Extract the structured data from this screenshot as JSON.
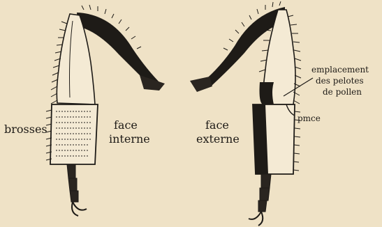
{
  "labels": {
    "brosses": "brosses",
    "face_interne_1": "face",
    "face_interne_2": "interne",
    "face_externe_1": "face",
    "face_externe_2": "externe",
    "emplacement_1": "emplacement",
    "emplacement_2": "des pelotes",
    "emplacement_3": "de pollen",
    "pmce": "pmce"
  },
  "colors": {
    "paper": "#efe2c6",
    "ink": "#1e1b17"
  }
}
